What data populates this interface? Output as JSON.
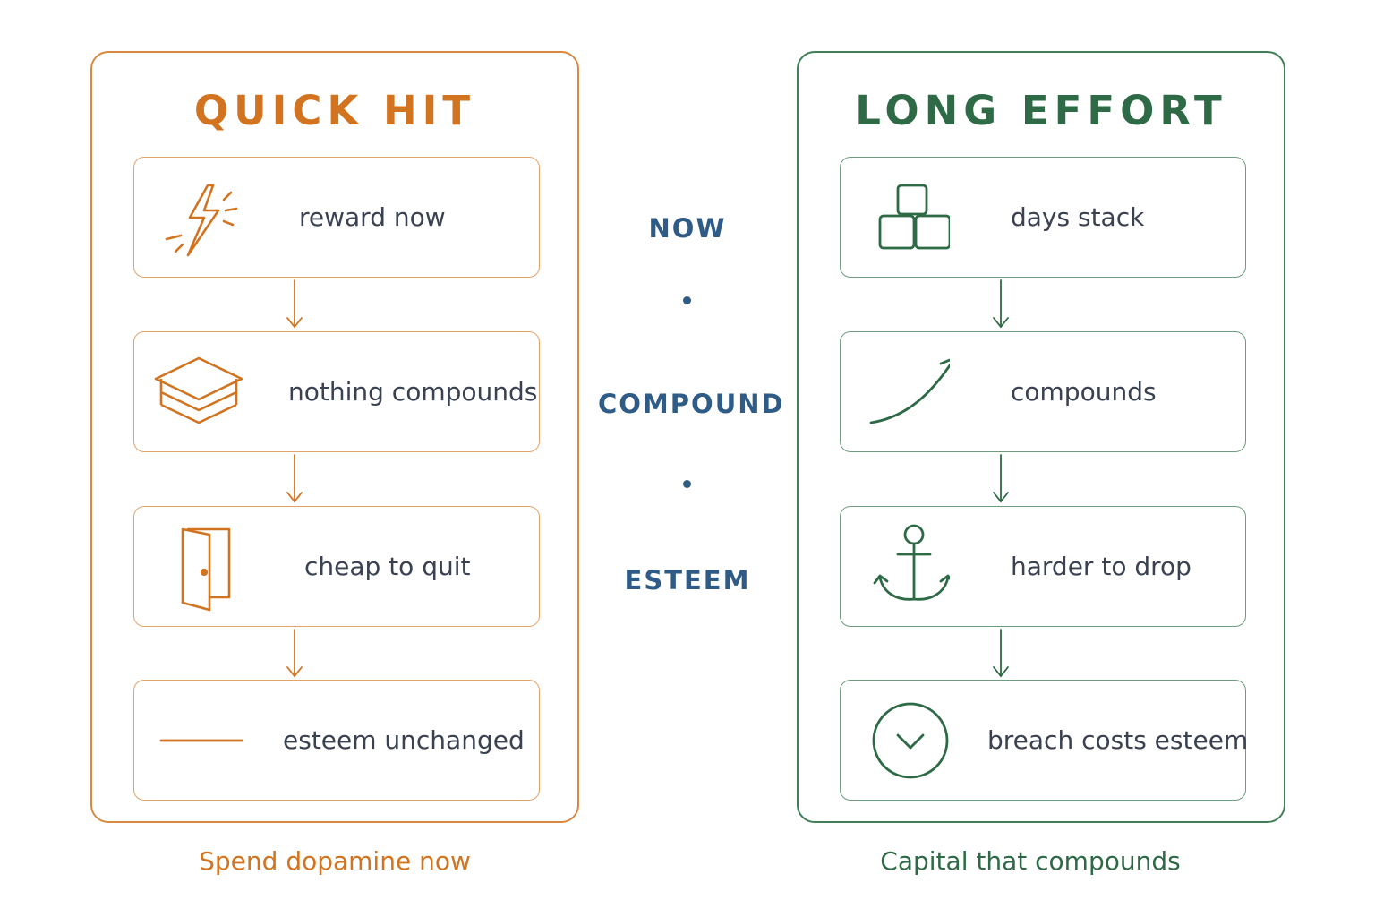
{
  "colors": {
    "quick_accent": "#d2741f",
    "long_accent": "#2e6a46",
    "center_accent": "#2f5c86",
    "label_text": "#3a4150"
  },
  "quick_hit": {
    "title": "QUICK HIT",
    "items": [
      {
        "label": "reward now",
        "icon": "lightning-icon"
      },
      {
        "label": "nothing compounds",
        "icon": "layers-icon"
      },
      {
        "label": "cheap to quit",
        "icon": "door-icon"
      },
      {
        "label": "esteem unchanged",
        "icon": "flat-line-icon"
      }
    ],
    "caption": "Spend dopamine now"
  },
  "long_effort": {
    "title": "LONG EFFORT",
    "items": [
      {
        "label": "days stack",
        "icon": "stacked-blocks-icon"
      },
      {
        "label": "compounds",
        "icon": "growth-curve-icon"
      },
      {
        "label": "harder to drop",
        "icon": "anchor-icon"
      },
      {
        "label": "breach costs esteem",
        "icon": "chevron-circle-icon"
      }
    ],
    "caption": "Capital that compounds"
  },
  "center": {
    "labels": [
      "NOW",
      "COMPOUND",
      "ESTEEM"
    ]
  }
}
